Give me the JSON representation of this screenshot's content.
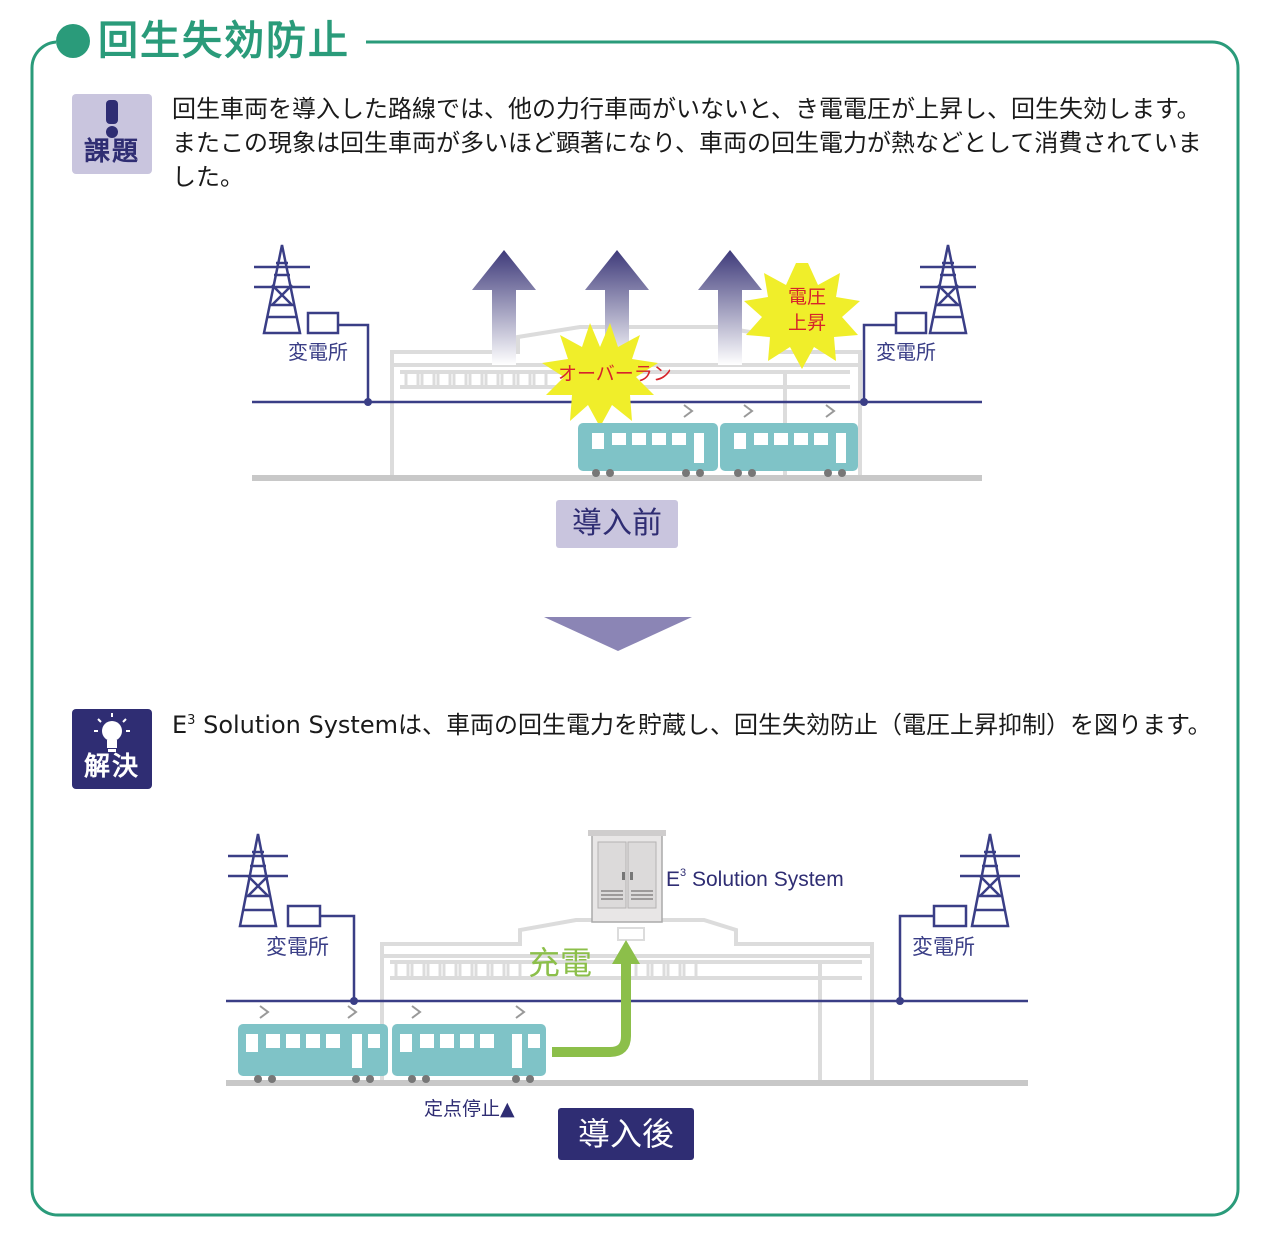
{
  "title": "回生失効防止",
  "issue": {
    "badge": "課題",
    "text": "回生車両を導入した路線では、他の力行車両がいないと、き電電圧が上昇し、回生失効します。またこの現象は回生車両が多いほど顕著になり、車両の回生電力が熱などとして消費されていました。"
  },
  "before": {
    "substation_left": "変電所",
    "substation_right": "変電所",
    "overrun": "オーバーラン",
    "voltage_rise_1": "電圧",
    "voltage_rise_2": "上昇",
    "label": "導入前"
  },
  "solve": {
    "badge": "解決",
    "text_e": "E",
    "text_sup": "3",
    "text_rest": " Solution Systemは、車両の回生電力を貯蔵し、回生失効防止（電圧上昇抑制）を図ります。"
  },
  "after": {
    "substation_left": "変電所",
    "substation_right": "変電所",
    "system_e": "E",
    "system_sup": "3",
    "system_rest": " Solution System",
    "charge": "充電",
    "fixed_stop": "定点停止▲",
    "label": "導入後"
  },
  "colors": {
    "accent": "#2a9b7a",
    "navy": "#2f2d73",
    "lavender": "#c9c5de",
    "train": "#7fc3c7",
    "charge_green": "#8cbf4a",
    "burst_yellow": "#f0ee2a",
    "warning_red": "#d6242b",
    "line_navy": "#3a3e86"
  }
}
